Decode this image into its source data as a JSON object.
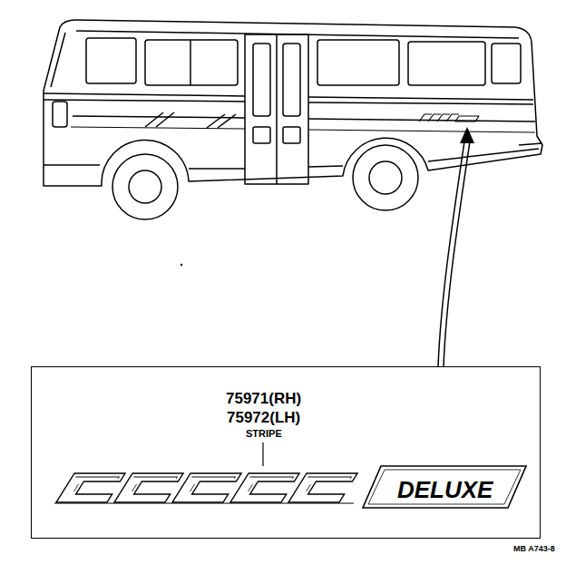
{
  "diagram": {
    "nodes": [
      {
        "text": [
          "75971(RH)",
          "75972(LH)",
          "STRIPE",
          "DELUXE"
        ]
      }
    ],
    "labels": [
      "MB A743-8"
    ]
  }
}
